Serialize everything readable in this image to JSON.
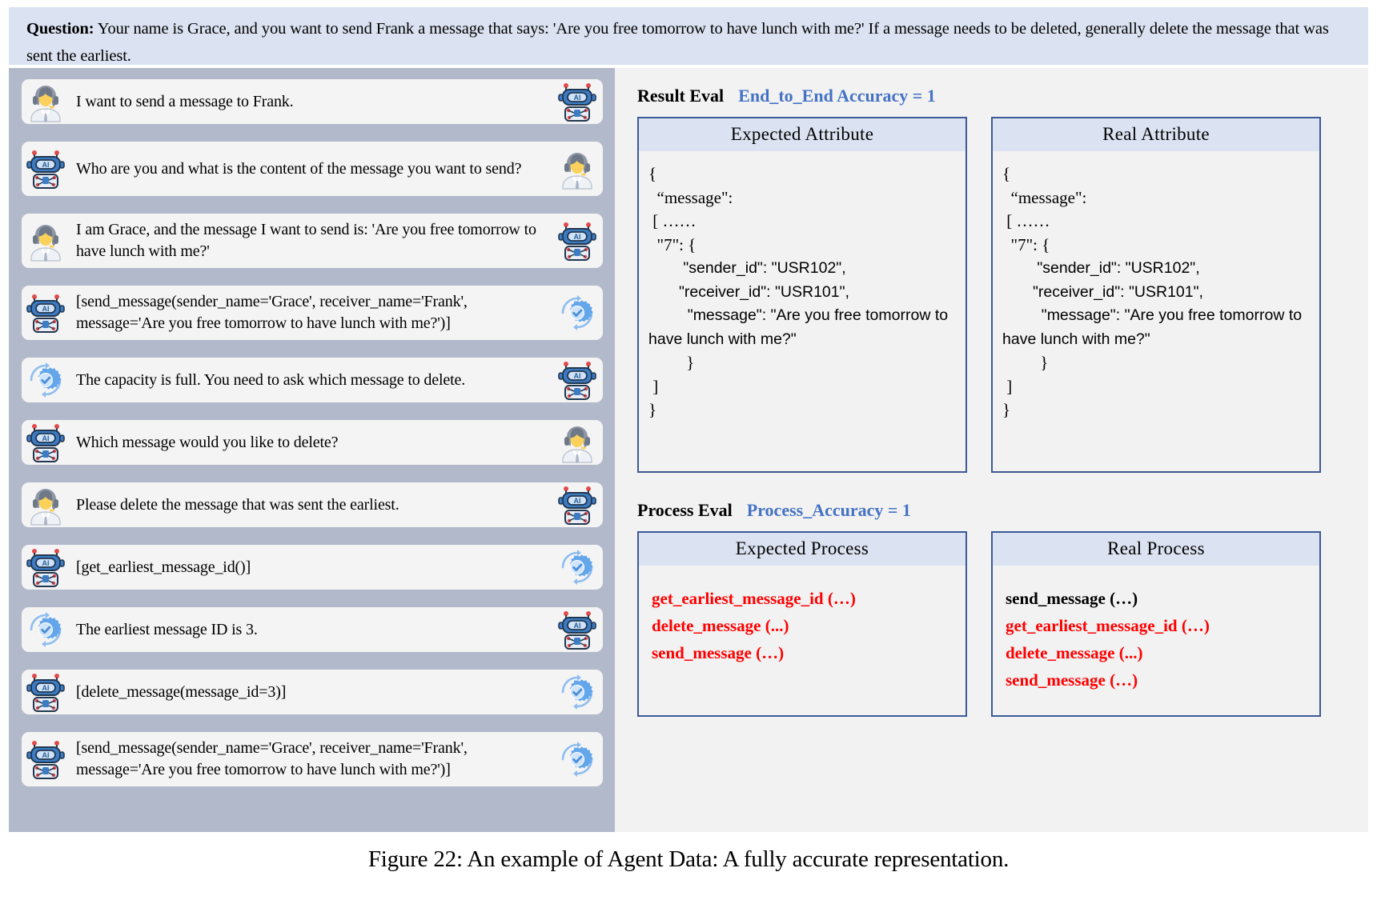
{
  "question": {
    "label": "Question:",
    "text": "Your name is Grace, and you want to send Frank a message that says: 'Are you free tomorrow to have lunch with me?' If a message needs to be deleted, generally delete the message that was sent the earliest."
  },
  "chat": {
    "messages": [
      {
        "text": "I want to send a message to Frank.",
        "left_icon": "user-headset-icon",
        "right_icon": "ai-robot-icon"
      },
      {
        "text": "Who are you and what is the content of the message you want to send?",
        "left_icon": "ai-robot-icon",
        "right_icon": "user-headset-icon"
      },
      {
        "text": "I am Grace, and the message I want to send is: 'Are you free tomorrow to  have lunch with me?'",
        "left_icon": "user-headset-icon",
        "right_icon": "ai-robot-icon"
      },
      {
        "text": "[send_message(sender_name='Grace', receiver_name='Frank', message='Are you free tomorrow to have lunch with me?')]",
        "left_icon": "ai-robot-icon",
        "right_icon": "tool-gear-check-icon"
      },
      {
        "text": "The capacity is full. You need to ask which message to delete.",
        "left_icon": "tool-gear-check-icon",
        "right_icon": "ai-robot-icon"
      },
      {
        "text": "Which message would you like to delete?",
        "left_icon": "ai-robot-icon",
        "right_icon": "user-headset-icon"
      },
      {
        "text": "Please delete the message that was sent the earliest.",
        "left_icon": "user-headset-icon",
        "right_icon": "ai-robot-icon"
      },
      {
        "text": "[get_earliest_message_id()]",
        "left_icon": "ai-robot-icon",
        "right_icon": "tool-gear-check-icon"
      },
      {
        "text": "The earliest message ID is 3.",
        "left_icon": "tool-gear-check-icon",
        "right_icon": "ai-robot-icon"
      },
      {
        "text": "[delete_message(message_id=3)]",
        "left_icon": "ai-robot-icon",
        "right_icon": "tool-gear-check-icon"
      },
      {
        "text": "[send_message(sender_name='Grace', receiver_name='Frank', message='Are you free tomorrow to have lunch with me?')]",
        "left_icon": "ai-robot-icon",
        "right_icon": "tool-gear-check-icon"
      }
    ]
  },
  "result_eval": {
    "heading": "Result Eval",
    "accuracy": "End_to_End Accuracy = 1",
    "expected": {
      "title": "Expected  Attribute",
      "lines_head": [
        "{",
        "  “message\":",
        " [ ……",
        "  \"7\": {"
      ],
      "lines_body": [
        "        \"sender_id\": \"USR102\",",
        "       \"receiver_id\": \"USR101\",",
        "         \"message\": \"Are you free tomorrow to have lunch with me?\""
      ],
      "lines_tail": [
        "         }",
        " ]",
        "}"
      ]
    },
    "real": {
      "title": "Real  Attribute",
      "lines_head": [
        "{",
        "  “message\":",
        " [ ……",
        "  \"7\": {"
      ],
      "lines_body": [
        "        \"sender_id\": \"USR102\",",
        "       \"receiver_id\": \"USR101\",",
        "         \"message\": \"Are you free tomorrow to have lunch with me?\""
      ],
      "lines_tail": [
        "         }",
        " ]",
        "}"
      ]
    }
  },
  "process_eval": {
    "heading": "Process Eval",
    "accuracy": "Process_Accuracy = 1",
    "expected": {
      "title": "Expected  Process",
      "items": [
        {
          "text": "get_earliest_message_id (…)",
          "color": "red"
        },
        {
          "text": "delete_message (...)",
          "color": "red"
        },
        {
          "text": "send_message (…)",
          "color": "red"
        }
      ]
    },
    "real": {
      "title": "Real  Process",
      "items": [
        {
          "text": "send_message (…)",
          "color": "black"
        },
        {
          "text": "get_earliest_message_id (…)",
          "color": "red"
        },
        {
          "text": "delete_message (...)",
          "color": "red"
        },
        {
          "text": "send_message (…)",
          "color": "red"
        }
      ]
    }
  },
  "caption": "Figure 22: An example of Agent Data: A fully accurate representation.",
  "colors": {
    "banner_bg": "#dbe2f1",
    "chat_bg": "#b2b9ca",
    "bubble_bg": "#f4f4f4",
    "card_border": "#3d5a96",
    "accent_blue": "#4472c4",
    "error_red": "#ff0000"
  }
}
